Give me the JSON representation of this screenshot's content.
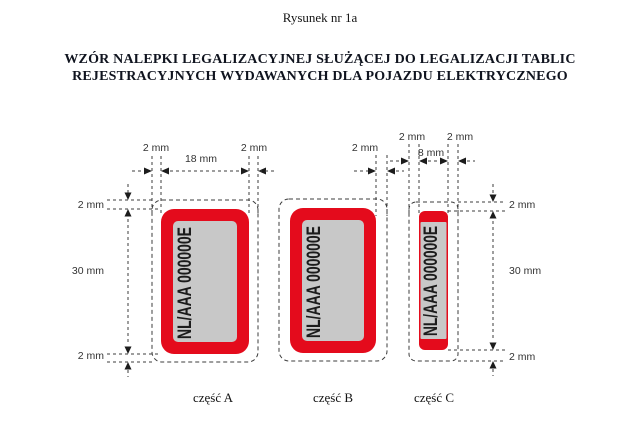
{
  "page": {
    "figure_label": "Rysunek nr 1a",
    "heading_line1": "WZÓR NALEPKI LEGALIZACYJNEJ SŁUŻĄCEJ DO LEGALIZACJI TABLIC",
    "heading_line2": "REJESTRACYJNYCH WYDAWANYCH DLA POJAZDU ELEKTRYCZNEGO"
  },
  "colors": {
    "sticker_red": "#e40b1c",
    "sticker_gray": "#c8c8c8"
  },
  "stickers": {
    "a": {
      "text": "NL/AAA 000000E",
      "caption": "część A"
    },
    "b": {
      "text": "NL/AAA 000000E",
      "caption": "część B"
    },
    "c": {
      "text": "NL/AAA 000000E",
      "caption": "część C"
    }
  },
  "dimensions": {
    "a": {
      "top_left": "2 mm",
      "width": "18 mm",
      "top_right": "2 mm",
      "left_top": "2 mm",
      "height": "30 mm",
      "left_bottom": "2 mm"
    },
    "b": {
      "right_gap": "2 mm"
    },
    "c": {
      "top_left": "2 mm",
      "width": "8 mm",
      "top_right": "2 mm",
      "right_top": "2 mm",
      "height": "30 mm",
      "right_bottom": "2 mm"
    }
  }
}
